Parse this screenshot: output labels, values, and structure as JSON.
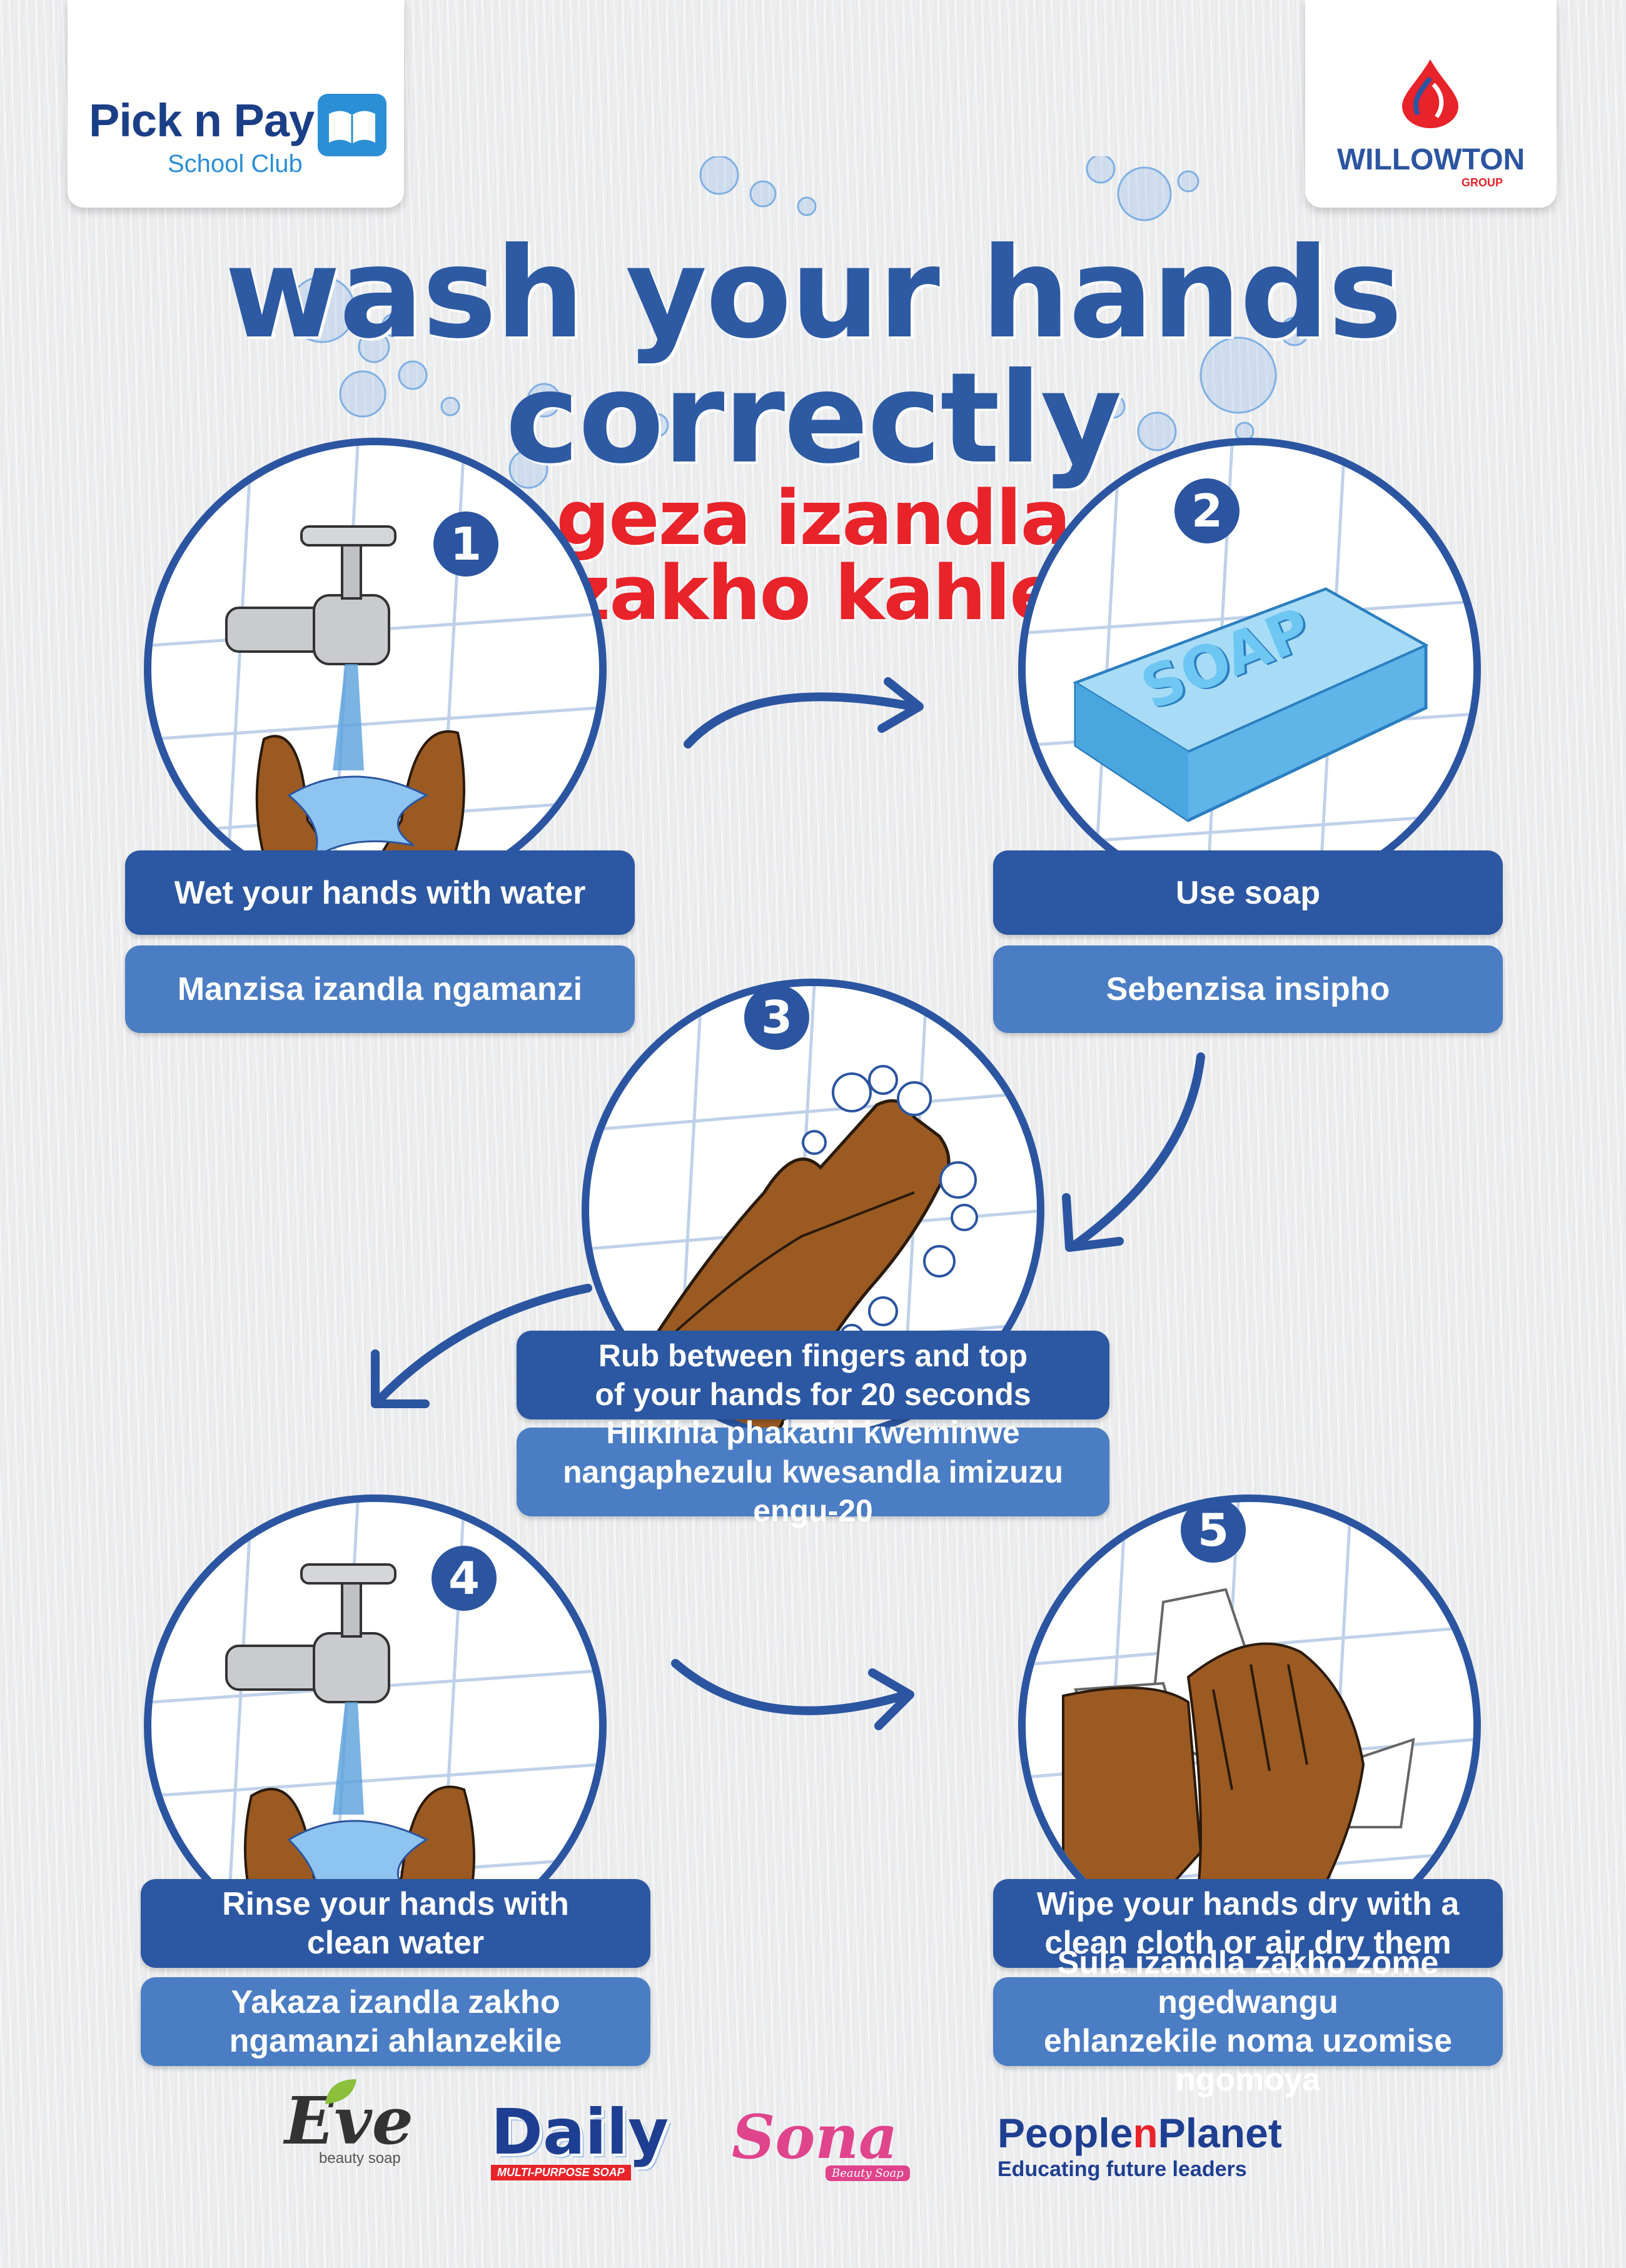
{
  "header": {
    "title_line1": "wash your hands",
    "title_line2": "correctly",
    "subtitle_line1": "geza izandla",
    "subtitle_line2": "zakho kahle"
  },
  "logos": {
    "pnp_name": "Pick n Pay",
    "pnp_sub": "School Club",
    "willowton_name": "WILLOWTON",
    "willowton_sub": "GROUP"
  },
  "steps": [
    {
      "num": "1",
      "en": "Wet your hands with water",
      "zu": "Manzisa izandla ngamanzi"
    },
    {
      "num": "2",
      "en": "Use soap",
      "zu": "Sebenzisa insipho",
      "soap_text": "SOAP"
    },
    {
      "num": "3",
      "en_l1": "Rub between fingers and top",
      "en_l2": "of your hands for 20 seconds",
      "zu_l1": "Hlikihla phakathi kweminwe",
      "zu_l2": "nangaphezulu kwesandla imizuzu engu-20"
    },
    {
      "num": "4",
      "en_l1": "Rinse your hands with",
      "en_l2": "clean water",
      "zu_l1": "Yakaza izandla zakho",
      "zu_l2": "ngamanzi ahlanzekile"
    },
    {
      "num": "5",
      "en_l1": "Wipe your hands dry with a",
      "en_l2": "clean cloth or air dry them",
      "zu_l1": "Sula izandla zakho zome ngedwangu",
      "zu_l2": "ehlanzekile noma uzomise ngomoya"
    }
  ],
  "footer": {
    "eve": "Eve",
    "eve_sub": "beauty soap",
    "daily": "Daily",
    "daily_sub": "MULTI-PURPOSE SOAP",
    "sona": "Sona",
    "sona_sub": "Beauty Soap",
    "pnp_people": "People",
    "pnp_n": "n",
    "pnp_planet": "Planet",
    "pnp_tag": "Educating future leaders"
  },
  "colors": {
    "blue": "#2b55a0",
    "light_blue": "#4a7dc3",
    "red": "#e8232a",
    "skin": "#9a5a22"
  }
}
